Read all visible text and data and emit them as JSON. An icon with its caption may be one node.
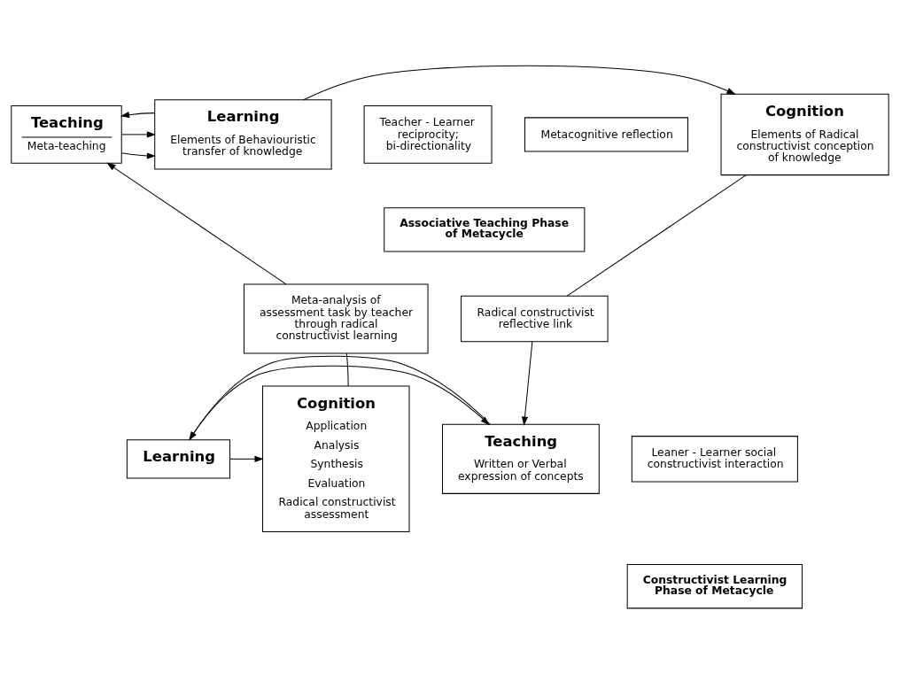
{
  "diagram": {
    "nodes": [
      {
        "text": [
          "Teaching",
          "Meta-teaching"
        ]
      },
      {
        "text": [
          "Teacher - Learner reciprocity; bi-directionality"
        ]
      },
      {
        "text": [
          "Learning",
          "Elements of Behaviouristic transfer of knowledge"
        ]
      },
      {
        "text": [
          "Metacognitive reflection"
        ]
      },
      {
        "text": [
          "Cognition",
          "Elements of Radical constructivist conception of knowledge"
        ]
      },
      {
        "text": [
          "Associative Teaching Phase of Metacycle"
        ]
      },
      {
        "text": [
          "Meta-analysis of assessment task by teacher through radical constructivist learning"
        ]
      },
      {
        "text": [
          "Radical constructivist reflective link"
        ]
      },
      {
        "text": [
          "Cognition",
          "Application",
          "Analysis",
          "Synthesis",
          "Evaluation",
          "Radical constructivist assessment"
        ]
      },
      {
        "text": [
          "Learning"
        ]
      },
      {
        "text": [
          "Teaching",
          "Written or Verbal expression of concepts"
        ]
      },
      {
        "text": [
          "Leaner - Learner social constructivist interaction"
        ]
      },
      {
        "text": [
          "Constructivist Learning Phase of Metacycle"
        ]
      }
    ],
    "edges": [
      {
        "from": 0,
        "to": 2,
        "arrow": "to"
      },
      {
        "from": 0,
        "to": 2,
        "arrow": "to"
      },
      {
        "from": 2,
        "to": 0,
        "arrow": "to"
      },
      {
        "from": 2,
        "to": 4,
        "arrow": "to"
      },
      {
        "from": 6,
        "to": 0,
        "arrow": "to"
      },
      {
        "from": 4,
        "to": 7,
        "arrow": "none"
      },
      {
        "from": 7,
        "to": 10,
        "arrow": "to"
      },
      {
        "from": 9,
        "to": 10,
        "arrow": "to"
      },
      {
        "from": 10,
        "to": 9,
        "arrow": "to"
      },
      {
        "from": 9,
        "to": 8,
        "arrow": "to"
      },
      {
        "from": 8,
        "to": 6,
        "arrow": "none"
      }
    ]
  }
}
